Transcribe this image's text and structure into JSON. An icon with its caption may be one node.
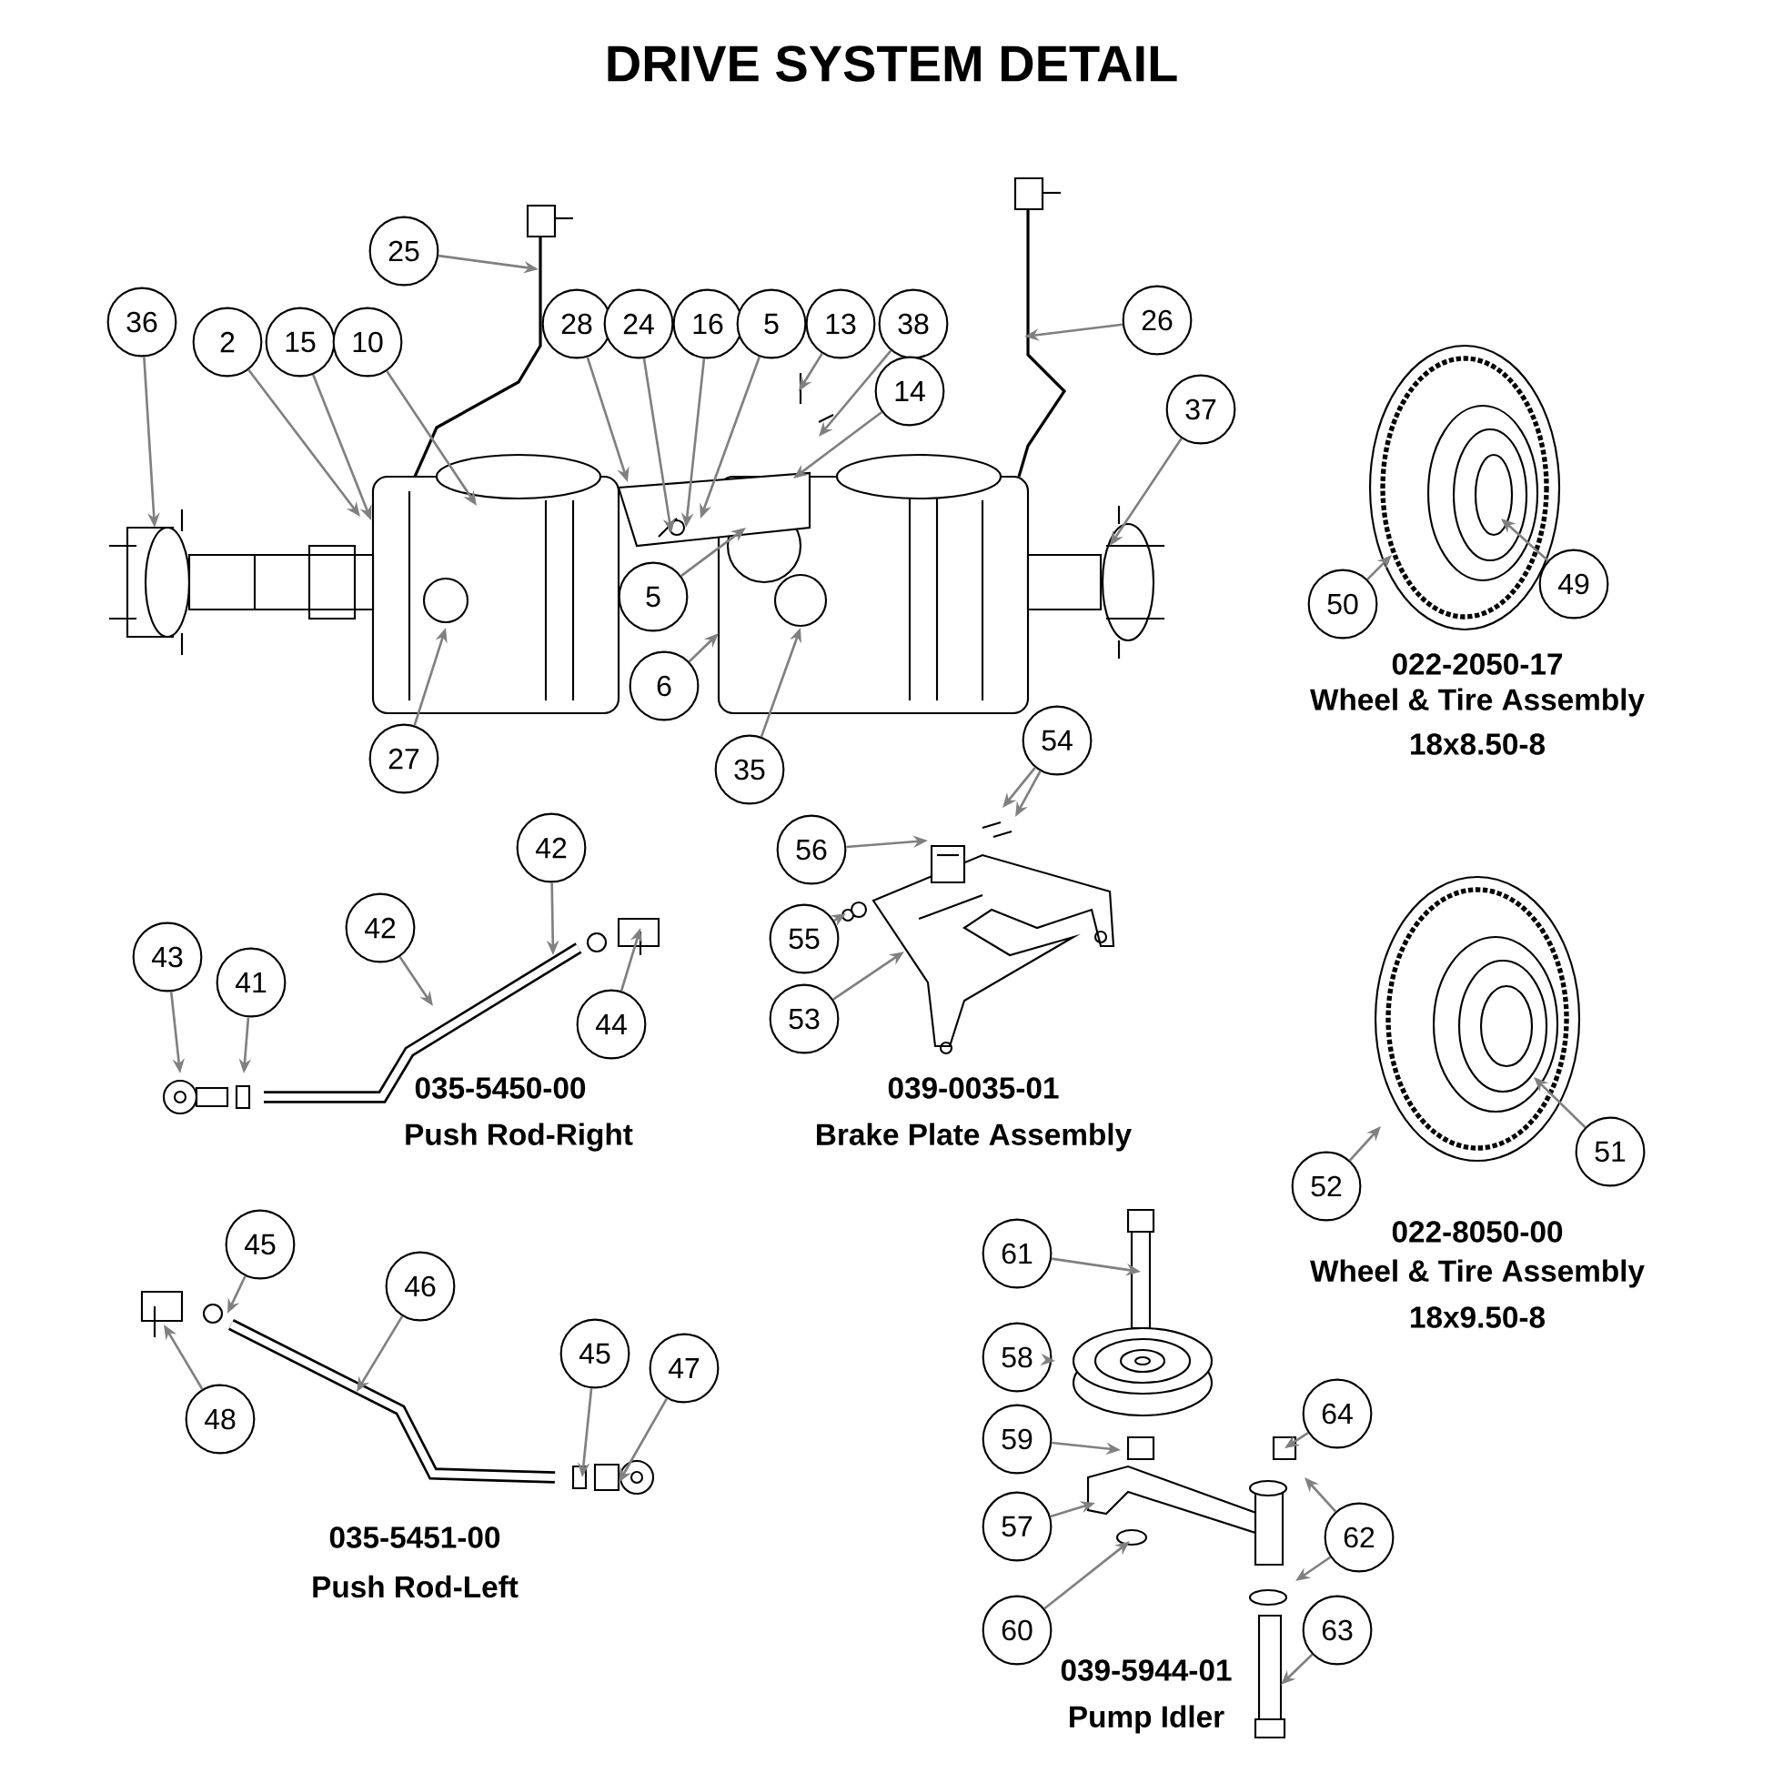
{
  "diagram": {
    "title": "DRIVE SYSTEM DETAIL",
    "nodes": [
      {
        "text": [
          "36"
        ]
      },
      {
        "text": [
          "2"
        ]
      },
      {
        "text": [
          "15"
        ]
      },
      {
        "text": [
          "10"
        ]
      },
      {
        "text": [
          "25"
        ]
      },
      {
        "text": [
          "28"
        ]
      },
      {
        "text": [
          "24"
        ]
      },
      {
        "text": [
          "16"
        ]
      },
      {
        "text": [
          "5"
        ]
      },
      {
        "text": [
          "13"
        ]
      },
      {
        "text": [
          "38"
        ]
      },
      {
        "text": [
          "14"
        ]
      },
      {
        "text": [
          "26"
        ]
      },
      {
        "text": [
          "37"
        ]
      },
      {
        "text": [
          "5"
        ]
      },
      {
        "text": [
          "6"
        ]
      },
      {
        "text": [
          "27"
        ]
      },
      {
        "text": [
          "35"
        ]
      },
      {
        "text": [
          "50"
        ]
      },
      {
        "text": [
          "49"
        ]
      },
      {
        "text": [
          "54"
        ]
      },
      {
        "text": [
          "56"
        ]
      },
      {
        "text": [
          "55"
        ]
      },
      {
        "text": [
          "53"
        ]
      },
      {
        "text": [
          "42"
        ]
      },
      {
        "text": [
          "42"
        ]
      },
      {
        "text": [
          "43"
        ]
      },
      {
        "text": [
          "41"
        ]
      },
      {
        "text": [
          "44"
        ]
      },
      {
        "text": [
          "45"
        ]
      },
      {
        "text": [
          "46"
        ]
      },
      {
        "text": [
          "45"
        ]
      },
      {
        "text": [
          "47"
        ]
      },
      {
        "text": [
          "48"
        ]
      },
      {
        "text": [
          "61"
        ]
      },
      {
        "text": [
          "58"
        ]
      },
      {
        "text": [
          "59"
        ]
      },
      {
        "text": [
          "57"
        ]
      },
      {
        "text": [
          "60"
        ]
      },
      {
        "text": [
          "64"
        ]
      },
      {
        "text": [
          "62"
        ]
      },
      {
        "text": [
          "63"
        ]
      },
      {
        "text": [
          "52"
        ]
      },
      {
        "text": [
          "51"
        ]
      },
      {
        "text": [],
        "shape": "picture"
      },
      {
        "text": [],
        "shape": "picture"
      },
      {
        "text": [],
        "shape": "picture"
      },
      {
        "text": [],
        "shape": "picture"
      },
      {
        "text": [],
        "shape": "picture"
      },
      {
        "text": [],
        "shape": "picture"
      },
      {
        "text": [],
        "shape": "picture"
      }
    ],
    "edges": [
      {
        "from": 0,
        "to": 48,
        "arrow": "to"
      },
      {
        "from": 1,
        "to": 48,
        "arrow": "to"
      },
      {
        "from": 2,
        "to": 48,
        "arrow": "to"
      },
      {
        "from": 3,
        "to": null,
        "arrow": "to"
      },
      {
        "from": 4,
        "to": null,
        "arrow": "to"
      },
      {
        "from": 5,
        "to": 49,
        "arrow": "to"
      },
      {
        "from": 6,
        "to": 49,
        "arrow": "to"
      },
      {
        "from": 7,
        "to": 49,
        "arrow": "to"
      },
      {
        "from": 8,
        "to": 49,
        "arrow": "to"
      },
      {
        "from": 9,
        "to": null,
        "arrow": "to"
      },
      {
        "from": 10,
        "to": null,
        "arrow": "to"
      },
      {
        "from": 11,
        "to": 49,
        "arrow": "to"
      },
      {
        "from": 12,
        "to": null,
        "arrow": "to"
      },
      {
        "from": 13,
        "to": 50,
        "arrow": "to"
      },
      {
        "from": 14,
        "to": 49,
        "arrow": "to"
      },
      {
        "from": 15,
        "to": null,
        "arrow": "to"
      },
      {
        "from": 16,
        "to": null,
        "arrow": "to"
      },
      {
        "from": 17,
        "to": null,
        "arrow": "to"
      },
      {
        "from": 18,
        "to": 44,
        "arrow": "to"
      },
      {
        "from": 19,
        "to": 44,
        "arrow": "to"
      },
      {
        "from": 20,
        "to": 45,
        "arrow": "to"
      },
      {
        "from": 20,
        "to": 45,
        "arrow": "to"
      },
      {
        "from": 21,
        "to": 45,
        "arrow": "to"
      },
      {
        "from": 22,
        "to": 45,
        "arrow": "to"
      },
      {
        "from": 23,
        "to": 45,
        "arrow": "to"
      },
      {
        "from": 24,
        "to": null,
        "arrow": "to"
      },
      {
        "from": 25,
        "to": null,
        "arrow": "to"
      },
      {
        "from": 26,
        "to": null,
        "arrow": "to"
      },
      {
        "from": 27,
        "to": null,
        "arrow": "to"
      },
      {
        "from": 28,
        "to": null,
        "arrow": "to"
      },
      {
        "from": 29,
        "to": null,
        "arrow": "to"
      },
      {
        "from": 30,
        "to": null,
        "arrow": "to"
      },
      {
        "from": 31,
        "to": null,
        "arrow": "to"
      },
      {
        "from": 32,
        "to": null,
        "arrow": "to"
      },
      {
        "from": 33,
        "to": null,
        "arrow": "to"
      },
      {
        "from": 34,
        "to": 47,
        "arrow": "to"
      },
      {
        "from": 35,
        "to": 47,
        "arrow": "to"
      },
      {
        "from": 36,
        "to": 47,
        "arrow": "to"
      },
      {
        "from": 37,
        "to": 47,
        "arrow": "to"
      },
      {
        "from": 38,
        "to": 47,
        "arrow": "to"
      },
      {
        "from": 39,
        "to": 47,
        "arrow": "to"
      },
      {
        "from": 40,
        "to": 47,
        "arrow": "to"
      },
      {
        "from": 40,
        "to": 47,
        "arrow": "to"
      },
      {
        "from": 41,
        "to": 47,
        "arrow": "to"
      },
      {
        "from": 42,
        "to": 46,
        "arrow": "to"
      },
      {
        "from": 43,
        "to": 46,
        "arrow": "to"
      }
    ],
    "labels": [
      "022-2050-17",
      "Wheel & Tire Assembly",
      "18x8.50-8",
      "035-5450-00",
      "Push Rod-Right",
      "039-0035-01",
      "Brake Plate Assembly",
      "022-8050-00",
      "Wheel & Tire Assembly",
      "18x9.50-8",
      "035-5451-00",
      "Push Rod-Left",
      "039-5944-01",
      "Pump Idler"
    ]
  }
}
